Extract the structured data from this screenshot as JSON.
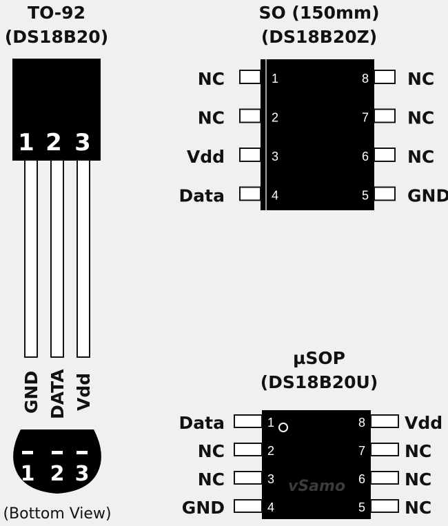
{
  "to92": {
    "title": "TO-92",
    "subtitle": "(DS18B20)",
    "pin_numbers": [
      "1",
      "2",
      "3"
    ],
    "pin_labels": [
      "GND",
      "DATA",
      "Vdd"
    ],
    "bottom_numbers": [
      "1",
      "2",
      "3"
    ],
    "bottom_caption": "(Bottom View)"
  },
  "so": {
    "title": "SO (150mm)",
    "subtitle": "(DS18B20Z)",
    "left_pins": [
      {
        "num": "1",
        "label": "NC"
      },
      {
        "num": "2",
        "label": "NC"
      },
      {
        "num": "3",
        "label": "Vdd"
      },
      {
        "num": "4",
        "label": "Data"
      }
    ],
    "right_pins": [
      {
        "num": "8",
        "label": "NC"
      },
      {
        "num": "7",
        "label": "NC"
      },
      {
        "num": "6",
        "label": "NC"
      },
      {
        "num": "5",
        "label": "GND"
      }
    ]
  },
  "usop": {
    "title": "µSOP",
    "subtitle": "(DS18B20U)",
    "left_pins": [
      {
        "num": "1",
        "label": "Data"
      },
      {
        "num": "2",
        "label": "NC"
      },
      {
        "num": "3",
        "label": "NC"
      },
      {
        "num": "4",
        "label": "GND"
      }
    ],
    "right_pins": [
      {
        "num": "8",
        "label": "Vdd"
      },
      {
        "num": "7",
        "label": "NC"
      },
      {
        "num": "6",
        "label": "NC"
      },
      {
        "num": "5",
        "label": "NC"
      }
    ]
  },
  "watermark": "vSamo"
}
